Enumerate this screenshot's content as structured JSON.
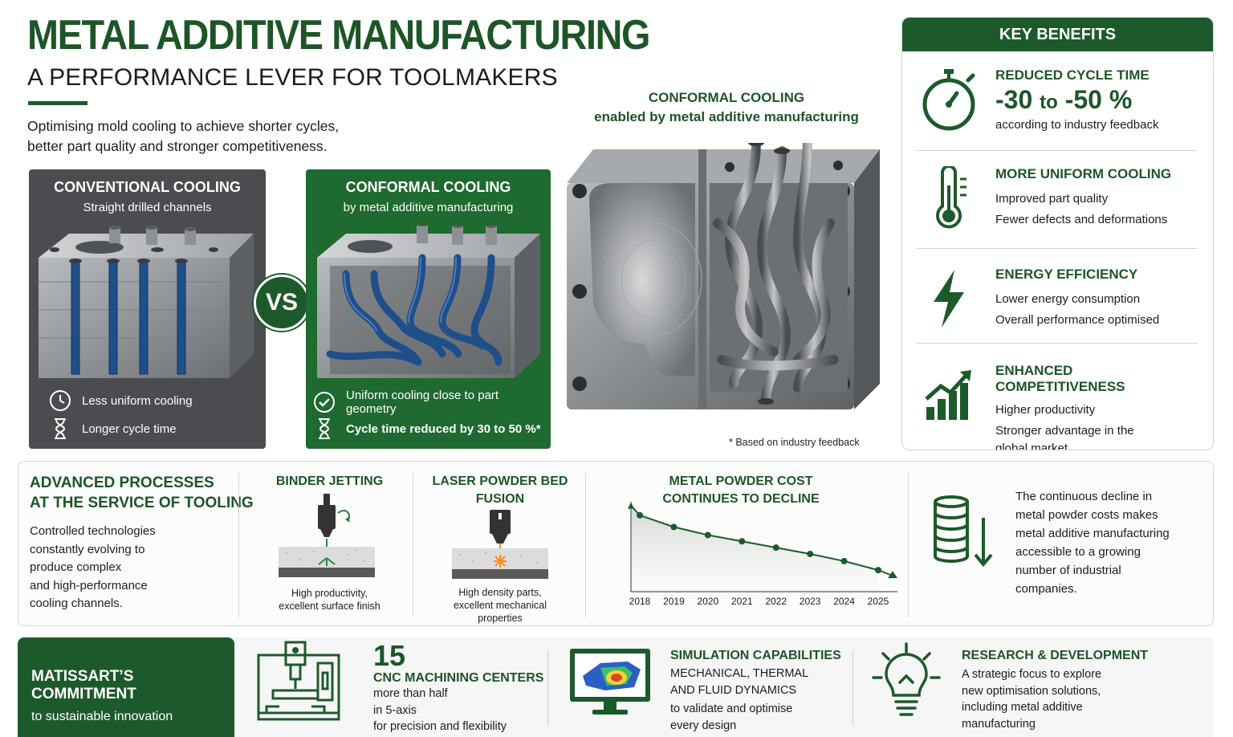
{
  "header": {
    "title": "METAL ADDITIVE MANUFACTURING",
    "subtitle": "A PERFORMANCE LEVER FOR TOOLMAKERS",
    "intro_line1": "Optimising mold cooling to achieve shorter cycles,",
    "intro_line2": "better part quality and stronger competitiveness."
  },
  "conventional": {
    "title": "CONVENTIONAL COOLING",
    "subtitle": "Straight drilled channels",
    "points": [
      {
        "icon": "clock-icon",
        "text": "Less uniform cooling"
      },
      {
        "icon": "hourglass-icon",
        "text": "Longer cycle time"
      }
    ]
  },
  "vs_label": "VS",
  "conformal": {
    "title": "CONFORMAL COOLING",
    "subtitle": "by metal additive manufacturing",
    "points": [
      {
        "icon": "check-circle-icon",
        "text": "Uniform cooling close to part geometry"
      },
      {
        "icon": "hourglass-icon",
        "text": "Cycle time reduced by 30 to 50 %*"
      }
    ]
  },
  "center": {
    "title": "CONFORMAL COOLING",
    "subtitle": "enabled by metal additive manufacturing",
    "footnote": "* Based on industry feedback"
  },
  "benefits": {
    "heading": "KEY BENEFITS",
    "items": [
      {
        "icon": "stopwatch-icon",
        "title": "REDUCED CYCLE TIME",
        "big_a": "-30",
        "big_to": "to",
        "big_b": "-50 %",
        "lines": [
          "according to industry feedback"
        ]
      },
      {
        "icon": "thermometer-icon",
        "title": "MORE UNIFORM COOLING",
        "lines": [
          "Improved part quality",
          "Fewer defects and deformations"
        ]
      },
      {
        "icon": "lightning-icon",
        "title": "ENERGY EFFICIENCY",
        "lines": [
          "Lower energy consumption",
          "Overall performance optimised"
        ]
      },
      {
        "icon": "growth-chart-icon",
        "title": "ENHANCED COMPETITIVENESS",
        "lines": [
          "Higher productivity",
          "Stronger advantage in the",
          "global market"
        ]
      }
    ]
  },
  "processes": {
    "title_line1": "ADVANCED PROCESSES",
    "title_line2": "AT THE SERVICE OF TOOLING",
    "desc": [
      "Controlled technologies",
      "constantly evolving to",
      "produce complex",
      "and high-performance",
      "cooling channels."
    ],
    "binder": {
      "title": "BINDER JETTING",
      "caption": [
        "High productivity,",
        "excellent surface finish"
      ]
    },
    "lpbf": {
      "title_line1": "LASER POWDER BED",
      "title_line2": "FUSION",
      "caption": [
        "High density parts,",
        "excellent mechanical",
        "properties"
      ]
    },
    "powder_desc": [
      "The continuous decline in",
      "metal powder costs makes",
      "metal additive manufacturing",
      "accessible to a growing",
      "number of industrial",
      "companies."
    ]
  },
  "chart_data": {
    "type": "line",
    "title": "METAL POWDER COST CONTINUES TO DECLINE",
    "title_line1": "METAL POWDER COST",
    "title_line2": "CONTINUES TO DECLINE",
    "x": [
      "2018",
      "2019",
      "2020",
      "2021",
      "2022",
      "2023",
      "2024",
      "2025"
    ],
    "values": [
      85,
      72,
      63,
      56,
      49,
      42,
      34,
      24
    ],
    "ylim": [
      0,
      100
    ],
    "xlabel": "",
    "ylabel": "",
    "grid": false,
    "color": "#1d5a2b"
  },
  "commitment": {
    "title": "MATISSART’S COMMITMENT",
    "subtitle": "to sustainable innovation"
  },
  "cnc": {
    "number": "15",
    "title": "CNC MACHINING CENTERS",
    "lines": [
      "more than half",
      "in 5-axis",
      "for precision and flexibility"
    ]
  },
  "simulation": {
    "title": "SIMULATION CAPABILITIES",
    "lines": [
      "MECHANICAL, THERMAL",
      "AND FLUID DYNAMICS",
      "to validate and optimise",
      "every design"
    ]
  },
  "rnd": {
    "title": "RESEARCH & DEVELOPMENT",
    "lines": [
      "A strategic focus to explore",
      "new optimisation solutions,",
      "including metal additive",
      "manufacturing"
    ]
  },
  "colors": {
    "brand_green": "#1d5a2b",
    "dark_card": "#4a4c4f",
    "channel_blue": "#1f4f8a"
  }
}
